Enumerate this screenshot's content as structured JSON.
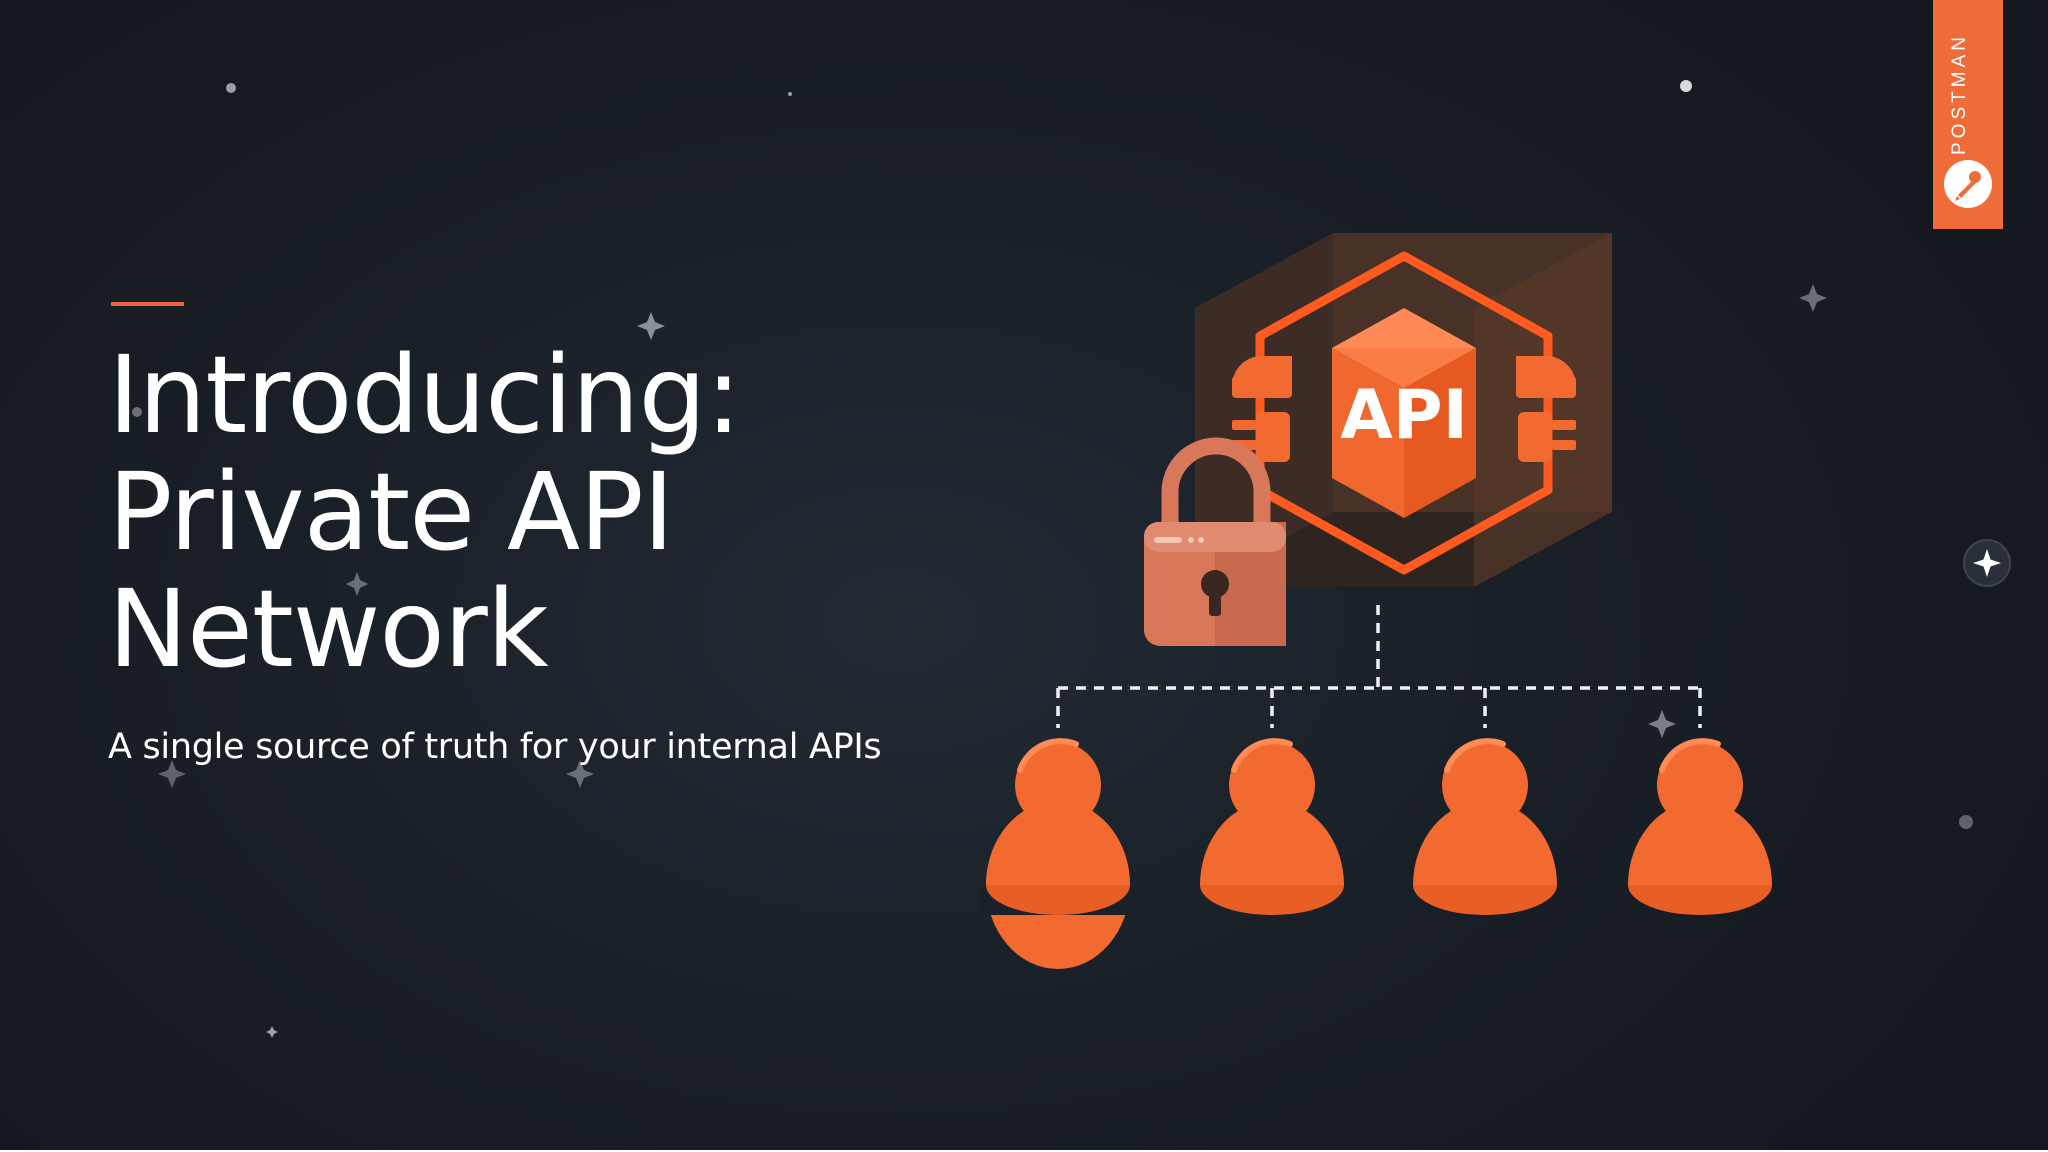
{
  "slide": {
    "headline_lines": [
      "Introducing:",
      "Private API",
      "Network"
    ],
    "subtitle": "A single source of truth for your internal APIs"
  },
  "brand": {
    "name": "POSTMAN",
    "tab_color": "#ef6b38"
  },
  "illustration": {
    "cube_label": "API",
    "user_count": 4,
    "icons": [
      "api-cube-icon",
      "plug-icon",
      "padlock-icon",
      "user-icon"
    ]
  },
  "colors": {
    "background": "#1b2129",
    "accent": "#e8683a",
    "orange": "#f26a30",
    "text": "#ffffff"
  }
}
